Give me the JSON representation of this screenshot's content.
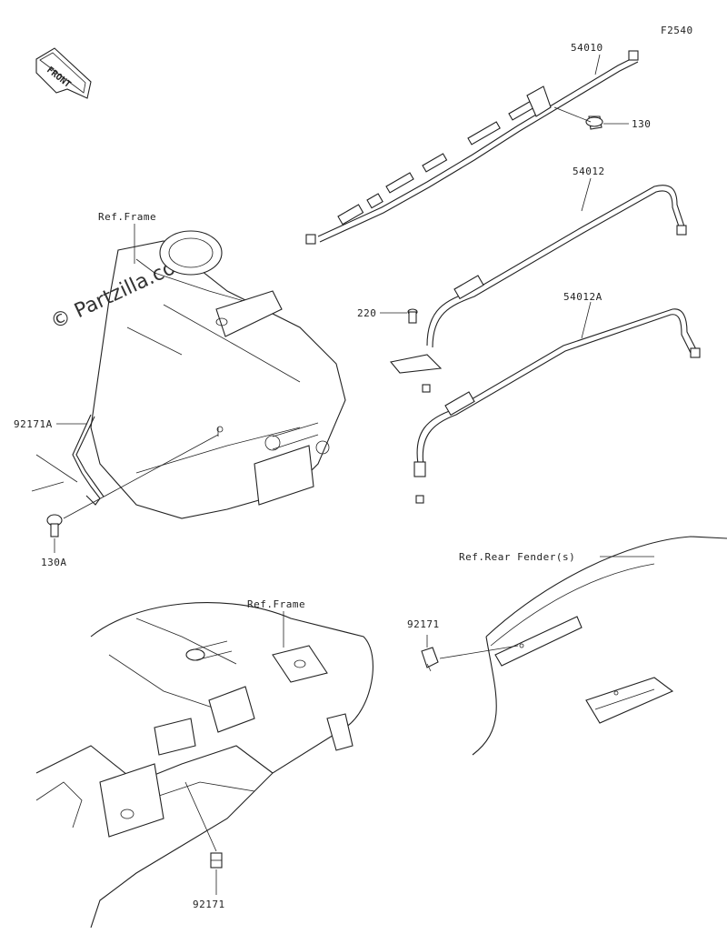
{
  "figure_code": "F2540",
  "front_label": "FRONT",
  "watermark": "© Partzilla.com",
  "labels": {
    "p54010": "54010",
    "p130": "130",
    "p54012": "54012",
    "p54012A": "54012A",
    "p220": "220",
    "ref_frame_top": "Ref.Frame",
    "p92171A": "92171A",
    "p130A": "130A",
    "ref_rear_fender": "Ref.Rear Fender(s)",
    "ref_frame_bottom": "Ref.Frame",
    "p92171_right": "92171",
    "p92171_bottom": "92171"
  }
}
